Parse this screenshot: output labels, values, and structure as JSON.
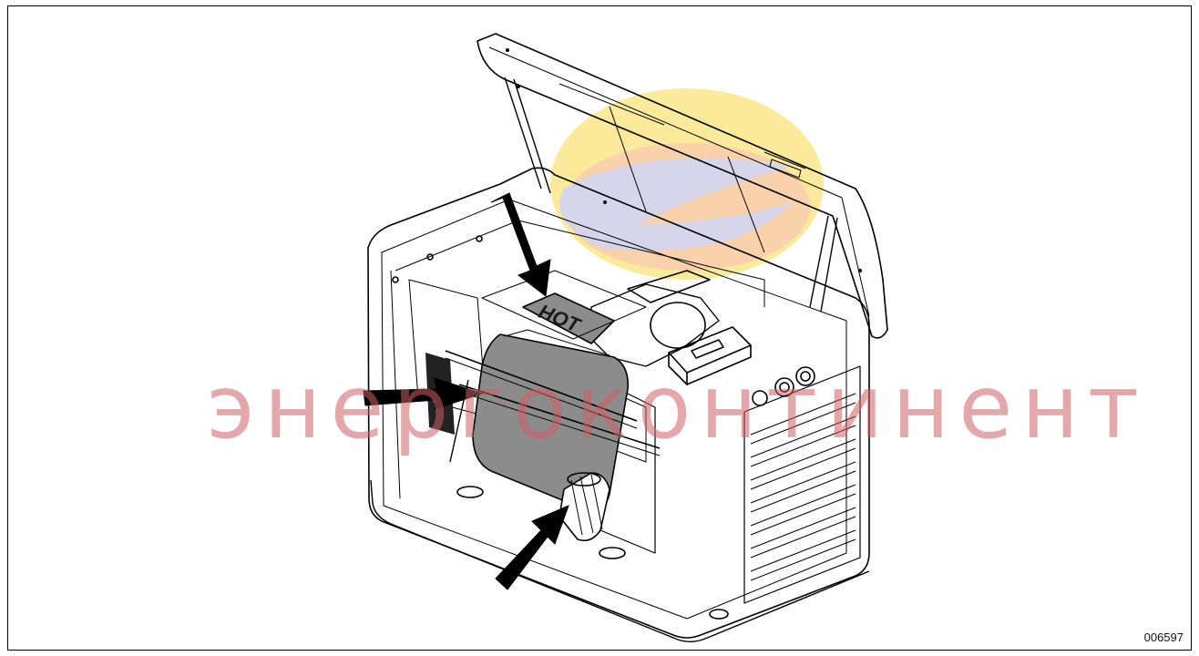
{
  "figure": {
    "id_label": "006597",
    "panel_label": "HOT"
  },
  "watermark": {
    "text": "энергоконтинент",
    "text_color": "#cd5f64",
    "logo_colors": [
      "#f5d33c",
      "#f08a6a",
      "#b9b3d6"
    ]
  },
  "callouts": [
    {
      "name": "arrow-top-hot-panel",
      "target": "exhaust-shield"
    },
    {
      "name": "arrow-left-muffler",
      "target": "muffler"
    },
    {
      "name": "arrow-bottom-oil-filter",
      "target": "oil-filter"
    }
  ],
  "colors": {
    "line": "#000000",
    "shade": "#8c8c8c",
    "background": "#ffffff"
  }
}
